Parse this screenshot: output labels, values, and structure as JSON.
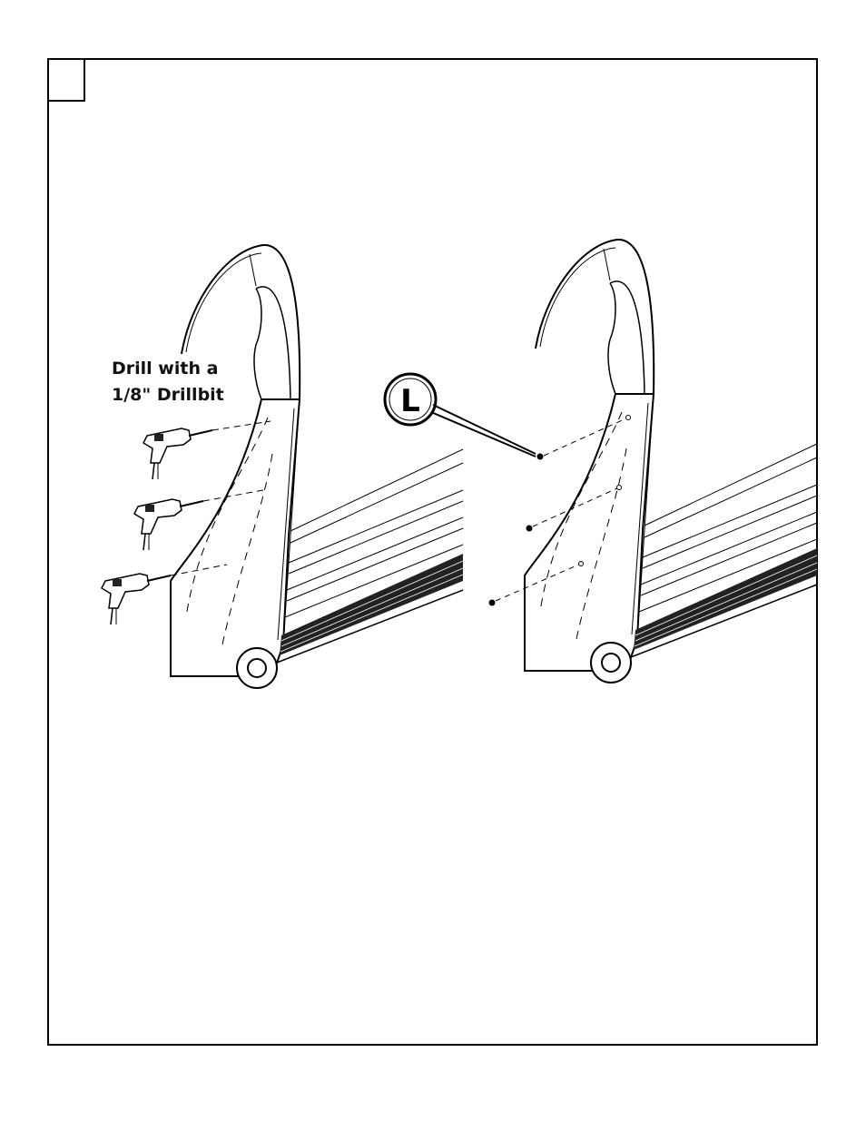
{
  "instruction": {
    "line1": "Drill with a",
    "line2": "1/8\" Drillbit"
  },
  "part_callout": {
    "letter": "L"
  },
  "step_number": ""
}
